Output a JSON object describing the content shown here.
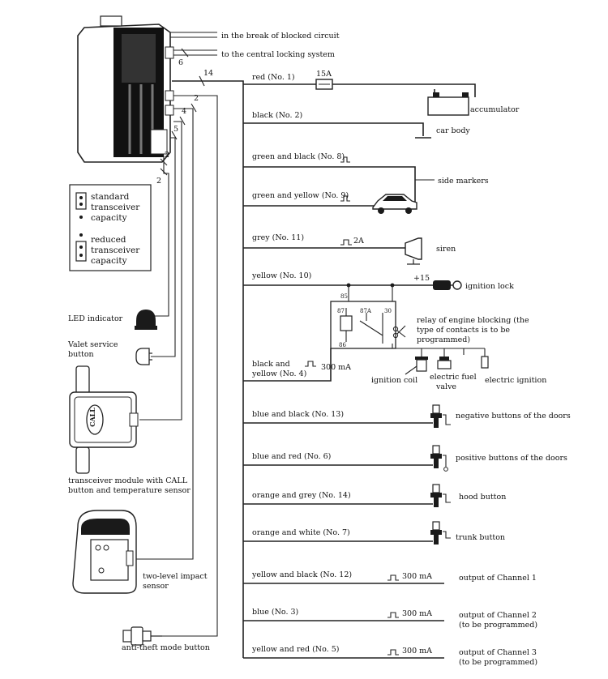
{
  "main_unit": {
    "top_connections": [
      "in the break of blocked circuit",
      "to the central locking system"
    ],
    "wire_counts": {
      "locking": "6",
      "main_harness": "14",
      "a": "2",
      "b": "4",
      "c": "5",
      "d": "2",
      "e": "2"
    }
  },
  "jumper_box": {
    "standard": "standard transceiver capacity",
    "standard_lines": [
      "standard",
      "transceiver",
      "capacity"
    ],
    "reduced": "reduced transceiver capacity",
    "reduced_lines": [
      "reduced",
      "transceiver",
      "capacity"
    ]
  },
  "left_components": {
    "led": "LED indicator",
    "valet_lines": [
      "Valet service",
      "button"
    ],
    "transceiver_lines": [
      "transceiver module with CALL",
      "button and temperature sensor"
    ],
    "call_button": "CALL",
    "impact_lines": [
      "two-level impact",
      "sensor"
    ],
    "antitheft": "anti-theft mode button"
  },
  "wires": [
    {
      "id": "red",
      "label": "red (No. 1)"
    },
    {
      "id": "black",
      "label": "black (No. 2)"
    },
    {
      "id": "green-black",
      "label": "green and black (No. 8)"
    },
    {
      "id": "green-yellow",
      "label": "green and yellow (No. 9)"
    },
    {
      "id": "grey",
      "label": "grey (No. 11)"
    },
    {
      "id": "yellow",
      "label": "yellow (No. 10)"
    },
    {
      "id": "black-yellow",
      "label_lines": [
        "black and",
        "yellow (No. 4)"
      ],
      "label": "black and yellow (No. 4)"
    },
    {
      "id": "blue-black",
      "label": "blue and black (No. 13)"
    },
    {
      "id": "blue-red",
      "label": "blue and red (No. 6)"
    },
    {
      "id": "orange-grey",
      "label": "orange and grey (No. 14)"
    },
    {
      "id": "orange-white",
      "label": "orange and white (No. 7)"
    },
    {
      "id": "yellow-black",
      "label": "yellow and black (No. 12)"
    },
    {
      "id": "blue",
      "label": "blue (No. 3)"
    },
    {
      "id": "yellow-red",
      "label": "yellow and red (No. 5)"
    }
  ],
  "right_components": {
    "fuse": "15A",
    "accumulator": "accumulator",
    "car_body": "car body",
    "side_markers": "side markers",
    "siren_current": "2A",
    "siren": "siren",
    "plus15": "+15",
    "ignition_lock": "ignition lock",
    "relay_pins": {
      "p85": "85",
      "p87": "87",
      "p87a": "87A",
      "p30": "30",
      "p86": "86"
    },
    "relay_lines": [
      "relay of engine blocking (the",
      "type of contacts is to be",
      "programmed)"
    ],
    "relay_current": "300 mA",
    "ignition_coil": "ignition coil",
    "fuel_valve_lines": [
      "electric fuel",
      "valve"
    ],
    "electric_ignition": "electric ignition",
    "neg_doors": "negative buttons of the doors",
    "pos_doors": "positive buttons of the doors",
    "hood": "hood button",
    "trunk": "trunk button",
    "ch1_current": "300 mA",
    "ch1": "output of Channel 1",
    "ch2_current": "300 mA",
    "ch2_lines": [
      "output of Channel 2",
      "(to be programmed)"
    ],
    "ch3_current": "300 mA",
    "ch3_lines": [
      "output of Channel 3",
      "(to be programmed)"
    ]
  }
}
